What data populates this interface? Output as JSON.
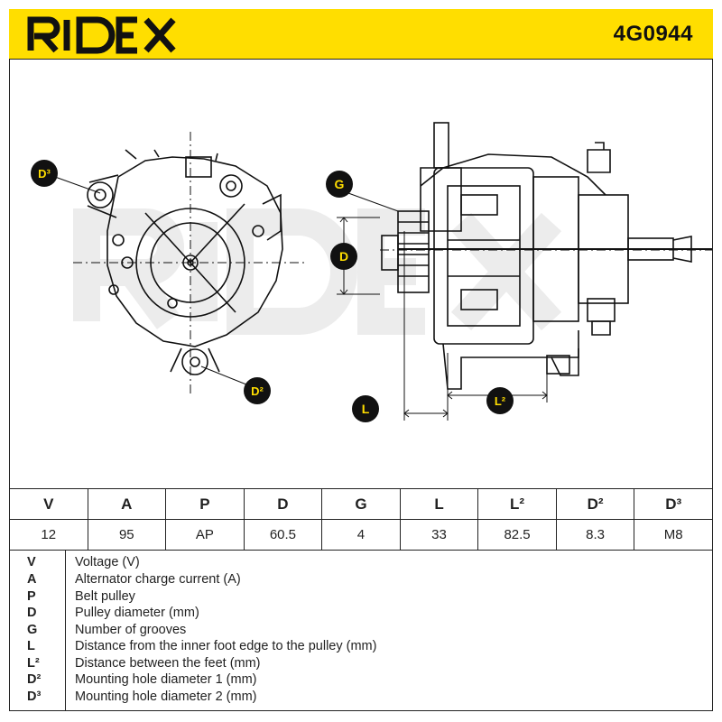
{
  "header": {
    "brand": "RIDEX",
    "part_number": "4G0944",
    "background": "#ffde00"
  },
  "drawing": {
    "watermark": "RIDEX",
    "markers": {
      "d3": "D³",
      "g": "G",
      "d": "D",
      "d2": "D²",
      "l": "L",
      "l2": "L²"
    }
  },
  "specs": {
    "headers": [
      "V",
      "A",
      "P",
      "D",
      "G",
      "L",
      "L²",
      "D²",
      "D³"
    ],
    "values": [
      "12",
      "95",
      "AP",
      "60.5",
      "4",
      "33",
      "82.5",
      "8.3",
      "M8"
    ]
  },
  "legend": [
    {
      "symbol": "V",
      "text": "Voltage (V)"
    },
    {
      "symbol": "A",
      "text": "Alternator charge current (A)"
    },
    {
      "symbol": "P",
      "text": "Belt pulley"
    },
    {
      "symbol": "D",
      "text": "Pulley diameter (mm)"
    },
    {
      "symbol": "G",
      "text": "Number of grooves"
    },
    {
      "symbol": "L",
      "text": "Distance from the inner foot edge to the pulley (mm)"
    },
    {
      "symbol": "L²",
      "text": "Distance between the feet (mm)"
    },
    {
      "symbol": "D²",
      "text": "Mounting hole diameter 1 (mm)"
    },
    {
      "symbol": "D³",
      "text": "Mounting hole diameter 2 (mm)"
    }
  ]
}
